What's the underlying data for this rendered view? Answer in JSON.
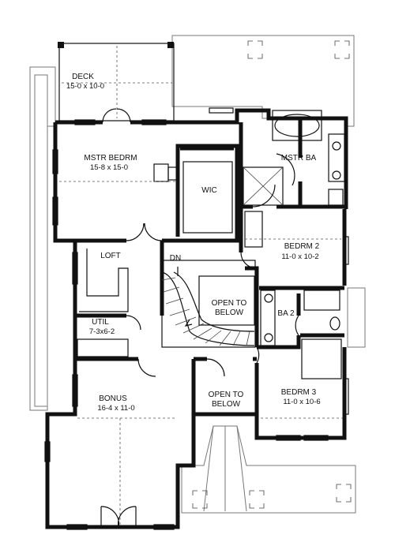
{
  "rooms": {
    "deck": {
      "name": "DECK",
      "size": "15-0 x 10-0"
    },
    "master_bedroom": {
      "name": "MSTR BEDRM",
      "size": "15-8 x 15-0"
    },
    "master_bath": {
      "name": "MSTR BA"
    },
    "wic": {
      "name": "WIC"
    },
    "bedroom_2": {
      "name": "BEDRM 2",
      "size": "11-0 x 10-2"
    },
    "loft": {
      "name": "LOFT"
    },
    "open_to_below_1": {
      "line1": "OPEN TO",
      "line2": "BELOW"
    },
    "bath_2": {
      "name": "BA 2"
    },
    "util": {
      "name": "UTIL",
      "size": "7-3x6-2"
    },
    "bonus": {
      "name": "BONUS",
      "size": "16-4 x 11-0"
    },
    "open_to_below_2": {
      "line1": "OPEN TO",
      "line2": "BELOW"
    },
    "bedroom_3": {
      "name": "BEDRM 3",
      "size": "11-0 x 10-6"
    }
  },
  "stair": {
    "label": "DN"
  }
}
